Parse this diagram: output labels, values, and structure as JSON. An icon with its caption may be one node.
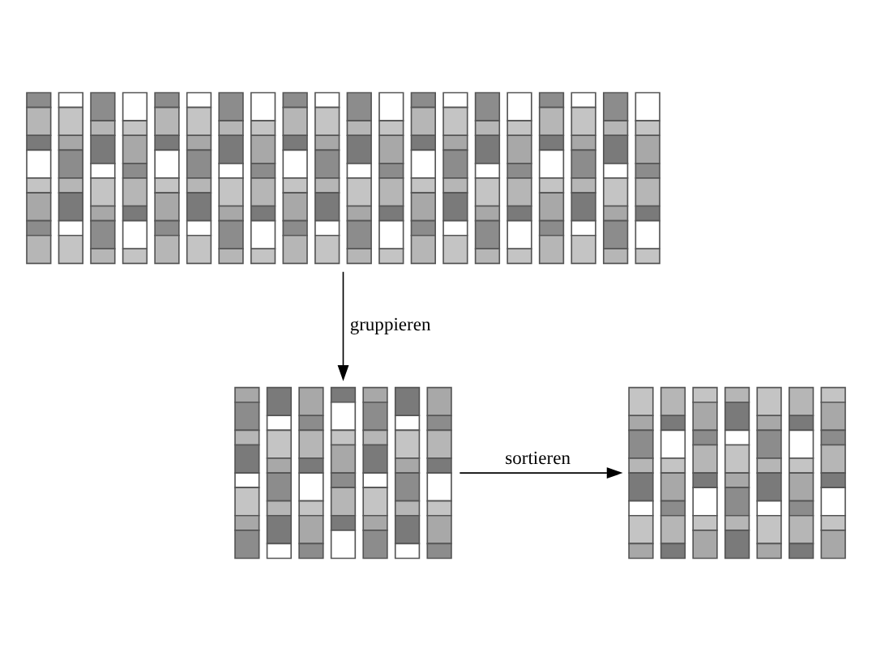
{
  "diagram": {
    "nodes": [
      {
        "text": [],
        "shape": "picture"
      },
      {
        "text": [],
        "shape": "picture"
      },
      {
        "text": [],
        "shape": "picture"
      }
    ],
    "edges": [
      {
        "from": 0,
        "to": 1,
        "arrow": "to",
        "label": "gruppieren"
      },
      {
        "from": 1,
        "to": 2,
        "arrow": "to",
        "label": "sortieren"
      }
    ]
  }
}
